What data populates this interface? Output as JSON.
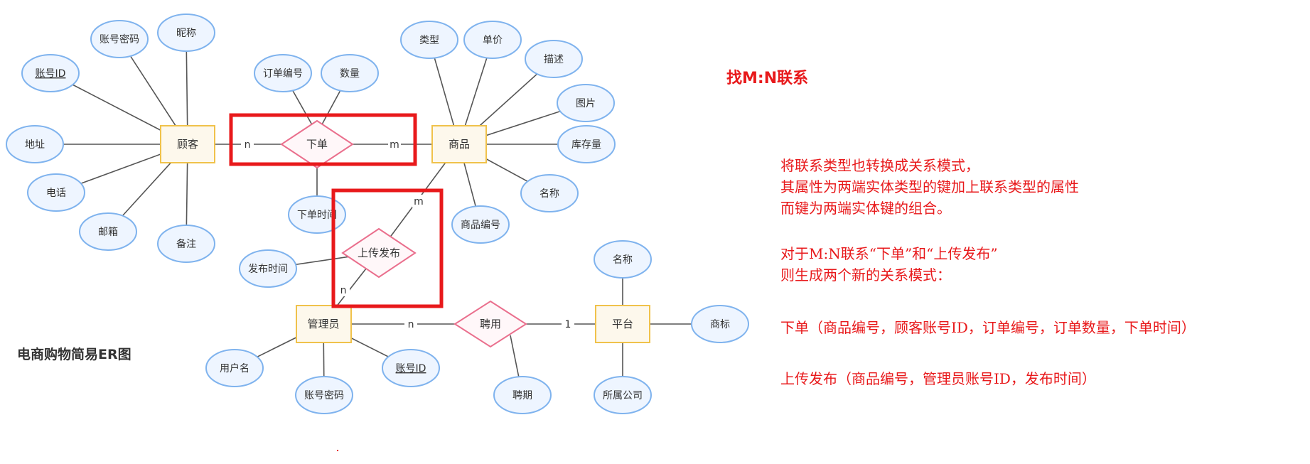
{
  "diagram_title": "电商购物简易ER图",
  "heading": "找M:N联系",
  "notes": {
    "p1": [
      "将联系类型也转换成关系模式，",
      "其属性为两端实体类型的键加上联系类型的属性",
      "而键为两端实体键的组合。"
    ],
    "p2": [
      "对于M:N联系“下单”和“上传发布”",
      "则生成两个新的关系模式："
    ],
    "schema1": "下单（商品编号，顾客账号ID，订单编号，订单数量，下单时间）",
    "schema2": "上传发布（商品编号，管理员账号ID，发布时间）"
  },
  "entities": {
    "customer": "顾客",
    "product": "商品",
    "admin": "管理员",
    "platform": "平台"
  },
  "relationships": {
    "order": "下单",
    "upload": "上传发布",
    "hire": "聘用"
  },
  "attributes": {
    "customer": [
      "账号ID",
      "账号密码",
      "昵称",
      "地址",
      "电话",
      "邮箱",
      "备注"
    ],
    "order": [
      "订单编号",
      "数量",
      "下单时间"
    ],
    "product": [
      "类型",
      "单价",
      "描述",
      "图片",
      "库存量",
      "名称",
      "商品编号"
    ],
    "upload": [
      "发布时间"
    ],
    "admin": [
      "用户名",
      "账号密码",
      "账号ID"
    ],
    "hire": [
      "聘期"
    ],
    "platform": [
      "名称",
      "商标",
      "所属公司"
    ]
  },
  "cardinalities": {
    "order_customer": "n",
    "order_product": "m",
    "upload_product": "m",
    "upload_admin": "n",
    "hire_admin": "n",
    "hire_platform": "1"
  },
  "colors": {
    "entity_fill": "#fdf8ec",
    "entity_border": "#f0c24b",
    "relation_fill": "#fff7f9",
    "relation_border": "#ea6f8d",
    "attribute_fill": "#eef5ff",
    "attribute_border": "#7fb3ee",
    "line": "#555555",
    "highlight": "#e8191b",
    "text": "#333333"
  }
}
